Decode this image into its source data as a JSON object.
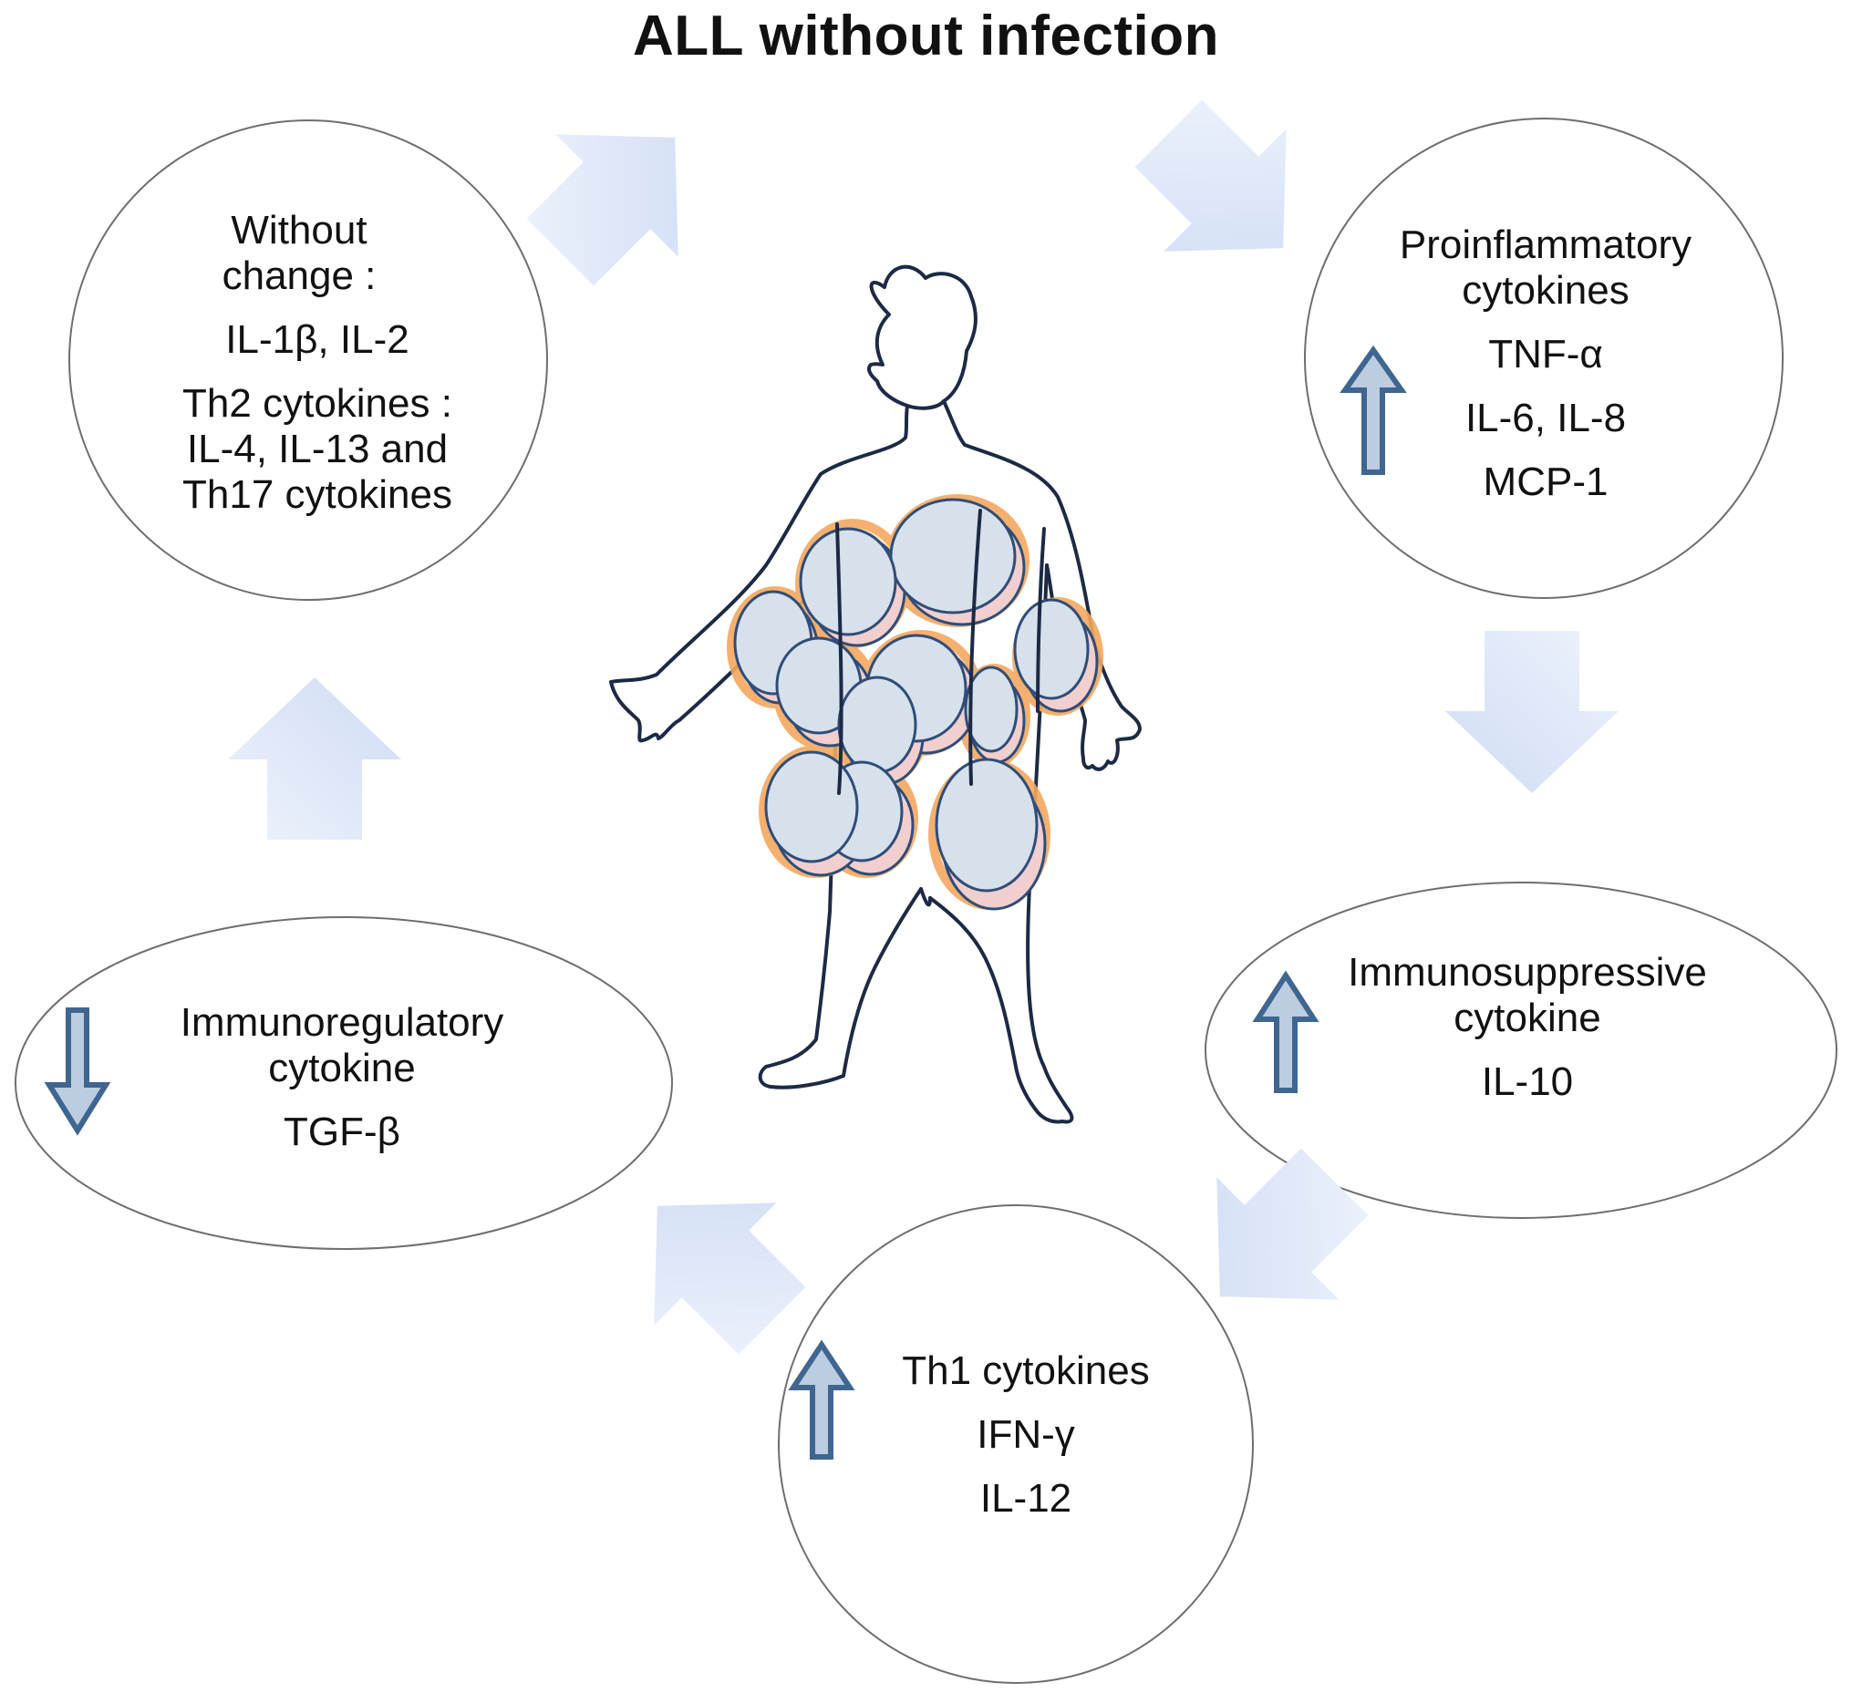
{
  "title": "ALL without infection",
  "colors": {
    "node_fill": "#ffffff",
    "node_stroke": "#6e6e6e",
    "flow_arrow_fill": "#d9e3f7",
    "trend_arrow_fill": "#bccde1",
    "trend_arrow_stroke": "#3f6690",
    "figure_stroke": "#1c2a45",
    "cell_fill": "#d6e1ec",
    "cell_back_fill": "#f1cfcf",
    "cell_glow": "#f4a860",
    "cell_stroke": "#2f4d78"
  },
  "nodes": {
    "unchanged": {
      "line1": "Without",
      "line2": "change :",
      "line3": "IL-1β, IL-2",
      "line4": "Th2 cytokines :",
      "line5": "IL-4, IL-13 and",
      "line6": "Th17 cytokines"
    },
    "proinflammatory": {
      "trend": "up",
      "line1": "Proinflammatory",
      "line2": "cytokines",
      "line3": "TNF-α",
      "line4": "IL-6, IL-8",
      "line5": "MCP-1"
    },
    "immunosuppressive": {
      "trend": "up",
      "line1": "Immunosuppressive",
      "line2": "cytokine",
      "line3": "IL-10"
    },
    "th1": {
      "trend": "up",
      "line1": "Th1 cytokines",
      "line2": "IFN-γ",
      "line3": "IL-12"
    },
    "immunoregulatory": {
      "trend": "down",
      "line1": "Immunoregulatory",
      "line2": "cytokine",
      "line3": "TGF-β"
    }
  }
}
